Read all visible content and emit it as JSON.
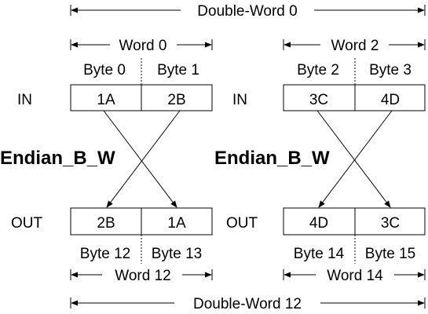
{
  "dword_top": "Double-Word 0",
  "dword_bottom": "Double-Word 12",
  "left": {
    "word_top": "Word 0",
    "byte_a": "Byte 0",
    "byte_b": "Byte 1",
    "in_label": "IN",
    "in_a": "1A",
    "in_b": "2B",
    "endian": "Endian_B_W",
    "out_label": "OUT",
    "out_a": "2B",
    "out_b": "1A",
    "obyte_a": "Byte 12",
    "obyte_b": "Byte 13",
    "word_bottom": "Word 12"
  },
  "right": {
    "word_top": "Word 2",
    "byte_a": "Byte 2",
    "byte_b": "Byte 3",
    "in_label": "IN",
    "in_a": "3C",
    "in_b": "4D",
    "endian": "Endian_B_W",
    "out_label": "OUT",
    "out_a": "4D",
    "out_b": "3C",
    "obyte_a": "Byte 14",
    "obyte_b": "Byte 15",
    "word_bottom": "Word 14"
  }
}
